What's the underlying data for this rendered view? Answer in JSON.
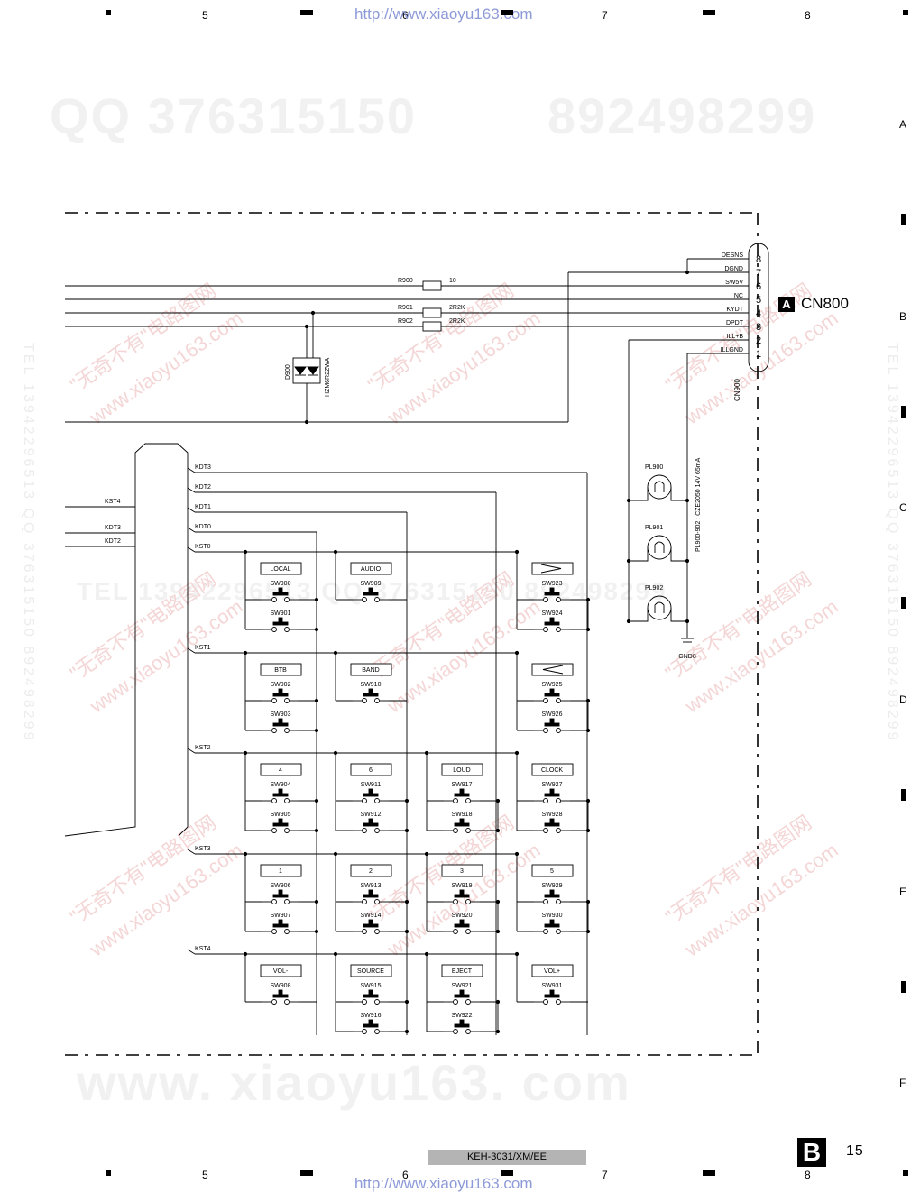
{
  "grid": {
    "columns": [
      "5",
      "6",
      "7",
      "8"
    ],
    "rows": [
      "A",
      "B",
      "C",
      "D",
      "E",
      "F"
    ]
  },
  "watermarks": {
    "url": "http://www.xiaoyu163.com",
    "qq_banner": [
      "QQ 376315150",
      "892498299"
    ],
    "bottom_banner": "www. xiaoyu163. com",
    "diagonal": [
      "\"无奇不有\"电路图网",
      "www.xiaoyu163.com"
    ],
    "tel_banner": "TEL 13942296513  QQ 376315150  892498299"
  },
  "connector": {
    "tag": "A",
    "name": "CN800",
    "ref": "CN900",
    "pins": [
      {
        "num": "8",
        "signal": "DESNS"
      },
      {
        "num": "7",
        "signal": "DGND"
      },
      {
        "num": "6",
        "signal": "SW5V"
      },
      {
        "num": "5",
        "signal": "NC"
      },
      {
        "num": "4",
        "signal": "KYDT"
      },
      {
        "num": "3",
        "signal": "DPDT"
      },
      {
        "num": "2",
        "signal": "ILL+B"
      },
      {
        "num": "1",
        "signal": "ILLGND"
      }
    ]
  },
  "resistors": [
    {
      "ref": "R900",
      "value": "10"
    },
    {
      "ref": "R901",
      "value": "2R2K"
    },
    {
      "ref": "R902",
      "value": "2R2K"
    }
  ],
  "diode": {
    "ref": "D900",
    "part": "HZM6R2ZWA"
  },
  "lamps": {
    "refs": [
      "PL900",
      "PL901",
      "PL902"
    ],
    "spec": "PL900-902 : CZE2050 14V 65mA",
    "ground": "GND8"
  },
  "bus_lines": {
    "left": [
      "KST4",
      "KDT3",
      "KDT2"
    ],
    "right": [
      "KDT3",
      "KDT2",
      "KDT1",
      "KDT0",
      "KST0",
      "KST1",
      "KST2",
      "KST3",
      "KST4"
    ]
  },
  "keys": [
    {
      "label": "LOCAL",
      "sw": [
        "SW900",
        "SW901"
      ]
    },
    {
      "label": "AUDIO",
      "sw": [
        "SW909"
      ]
    },
    {
      "label": "",
      "sw": [
        "SW923",
        "SW924"
      ],
      "arrow": "right"
    },
    {
      "label": "BTB",
      "sw": [
        "SW902",
        "SW903"
      ]
    },
    {
      "label": "BAND",
      "sw": [
        "SW910"
      ]
    },
    {
      "label": "",
      "sw": [
        "SW925",
        "SW926"
      ],
      "arrow": "left"
    },
    {
      "label": "4",
      "sw": [
        "SW904",
        "SW905"
      ]
    },
    {
      "label": "6",
      "sw": [
        "SW911",
        "SW912"
      ]
    },
    {
      "label": "LOUD",
      "sw": [
        "SW917",
        "SW918"
      ]
    },
    {
      "label": "CLOCK",
      "sw": [
        "SW927",
        "SW928"
      ]
    },
    {
      "label": "1",
      "sw": [
        "SW906",
        "SW907"
      ]
    },
    {
      "label": "2",
      "sw": [
        "SW913",
        "SW914"
      ]
    },
    {
      "label": "3",
      "sw": [
        "SW919",
        "SW920"
      ]
    },
    {
      "label": "5",
      "sw": [
        "SW929",
        "SW930"
      ]
    },
    {
      "label": "VOL-",
      "sw": [
        "SW908"
      ]
    },
    {
      "label": "SOURCE",
      "sw": [
        "SW915",
        "SW916"
      ]
    },
    {
      "label": "EJECT",
      "sw": [
        "SW921",
        "SW922"
      ]
    },
    {
      "label": "VOL+",
      "sw": [
        "SW931"
      ]
    }
  ],
  "footer": {
    "model": "KEH-3031/XM/EE",
    "page_letter": "B",
    "page_number": "15"
  }
}
